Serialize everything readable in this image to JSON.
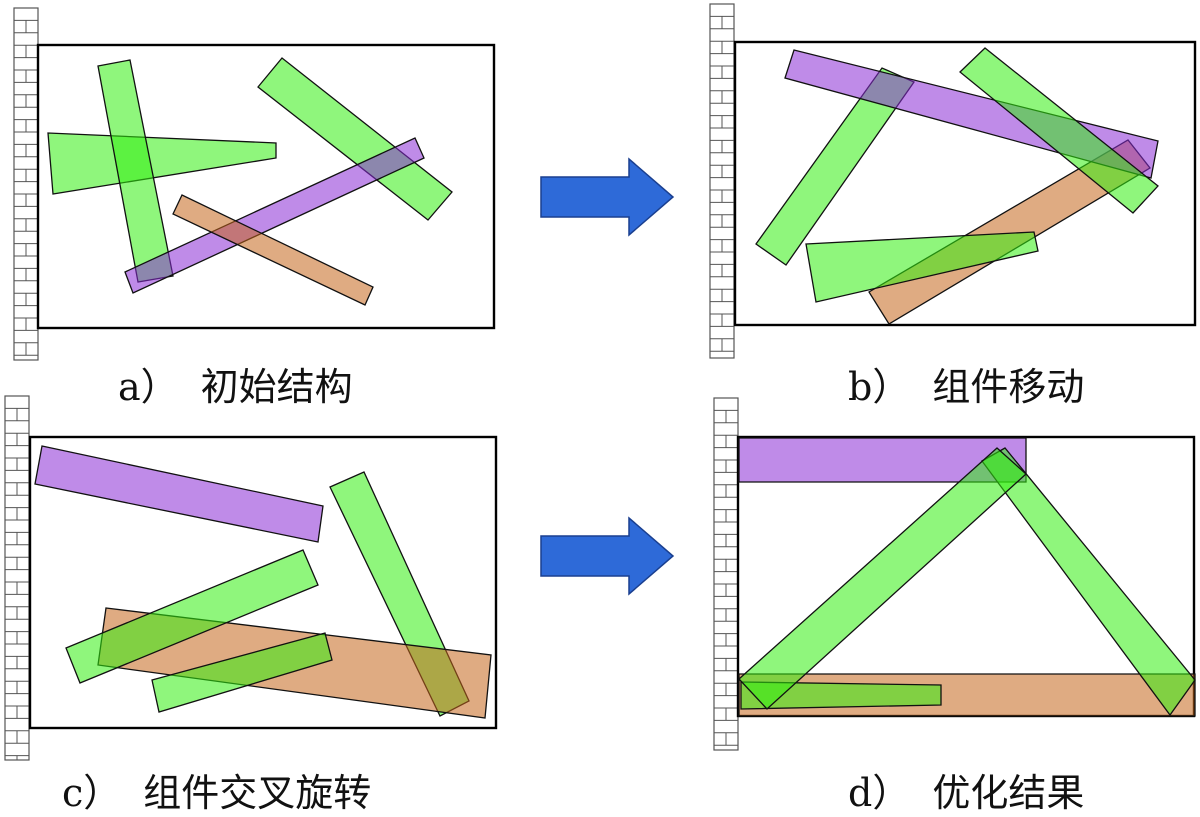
{
  "panels": [
    {
      "id": "a",
      "label": "a）",
      "caption": "初始结构"
    },
    {
      "id": "b",
      "label": "b）",
      "caption": "组件移动"
    },
    {
      "id": "c",
      "label": "c）",
      "caption": "组件交叉旋转"
    },
    {
      "id": "d",
      "label": "d）",
      "caption": "优化结果"
    }
  ],
  "colors": {
    "green": "#33ee11",
    "purple": "#8a2bd6",
    "orange": "#c4661c",
    "arrow": "#2e6ad8",
    "arrow_stroke": "#1a3f8f",
    "wall_fill": "#ffffff",
    "wall_stroke": "#555555"
  }
}
